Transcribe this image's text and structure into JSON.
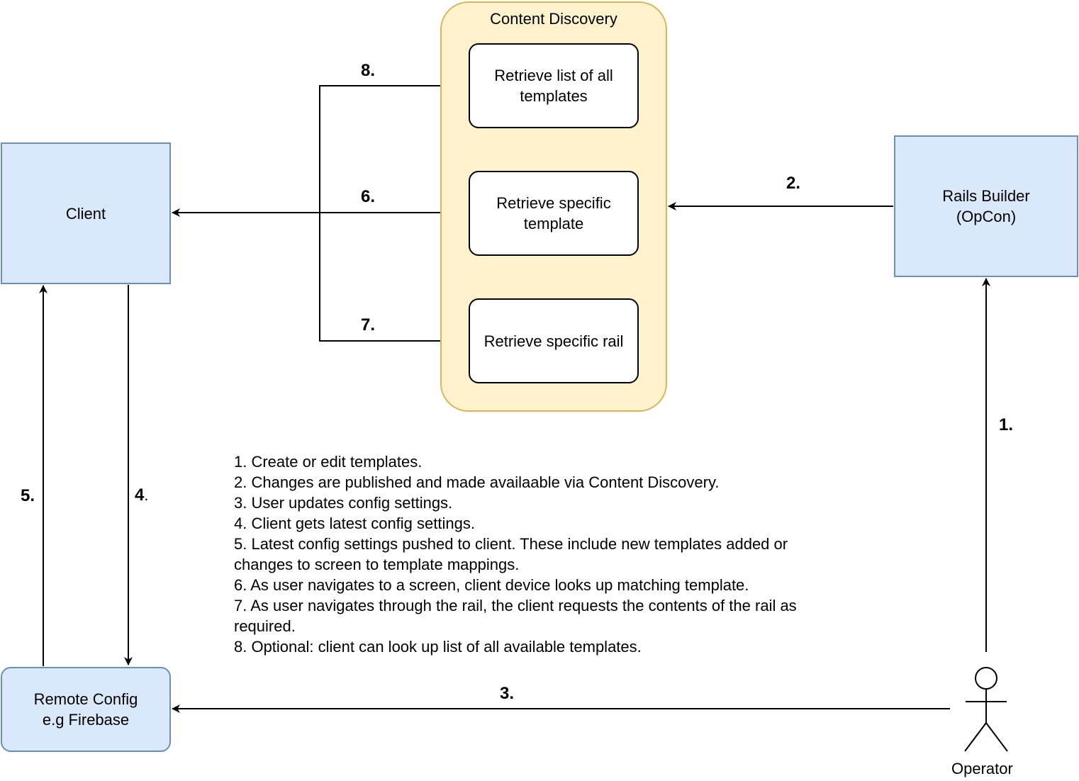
{
  "container": {
    "title": "Content Discovery"
  },
  "nodes": {
    "client": "Client",
    "rails_builder": "Rails Builder\n(OpCon)",
    "remote_config": "Remote Config\ne.g Firebase",
    "retrieve_all": "Retrieve list of all\ntemplates",
    "retrieve_template": "Retrieve specific\ntemplate",
    "retrieve_rail": "Retrieve specific rail"
  },
  "actor": {
    "label": "Operator"
  },
  "steps": {
    "s1": "1.",
    "s2": "2.",
    "s3": "3.",
    "s4": "4",
    "s4_dot": ".",
    "s5": "5.",
    "s6": "6.",
    "s7": "7.",
    "s8": "8."
  },
  "notes": [
    "1. Create or edit templates.",
    "2. Changes are published and made availaable via Content Discovery.",
    "3. User updates config settings.",
    "4. Client gets latest config settings.",
    "5. Latest config settings pushed to client. These include new templates added or changes to screen to template mappings.",
    "6. As user navigates to a screen, client device looks up matching template.",
    "7. As user navigates through the rail, the client requests the contents of the rail as required.",
    "8. Optional: client can look up list of all available templates."
  ],
  "colors": {
    "blue_fill": "#dae8fc",
    "blue_stroke": "#6c8ebf",
    "container_fill": "#fff2cc",
    "container_stroke": "#d6b656"
  }
}
